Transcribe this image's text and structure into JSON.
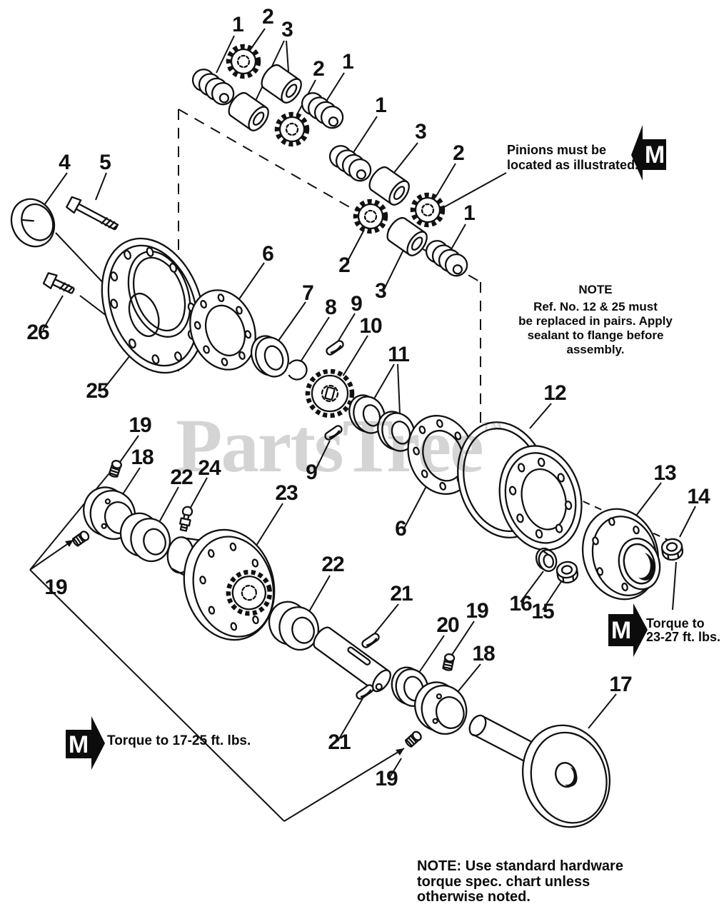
{
  "watermark": {
    "text": "PartsTree",
    "tm": "TM",
    "color": "#d4d4d4"
  },
  "m_icon": {
    "letter": "M"
  },
  "notes": {
    "pinions": {
      "line1": "Pinions must be",
      "line2": "located as illustrated."
    },
    "center": {
      "title": "NOTE",
      "line1": "Ref. No. 12 & 25 must",
      "line2": "be replaced in pairs. Apply",
      "line3": "sealant to flange before",
      "line4": "assembly."
    },
    "torque_right": {
      "line1": "Torque to",
      "line2": "23-27 ft. lbs."
    },
    "torque_left": {
      "text": "Torque to 17-25 ft. lbs."
    },
    "bottom": {
      "line1": "NOTE: Use standard hardware",
      "line2": "torque spec. chart unless",
      "line3": "otherwise noted."
    }
  },
  "callouts": [
    "1",
    "2",
    "3",
    "2",
    "1",
    "1",
    "3",
    "2",
    "1",
    "2",
    "3",
    "4",
    "5",
    "26",
    "25",
    "6",
    "7",
    "8",
    "9",
    "10",
    "11",
    "9",
    "6",
    "12",
    "13",
    "14",
    "16",
    "15",
    "17",
    "19",
    "18",
    "22",
    "24",
    "23",
    "19",
    "22",
    "21",
    "20",
    "19",
    "18",
    "21",
    "19"
  ]
}
